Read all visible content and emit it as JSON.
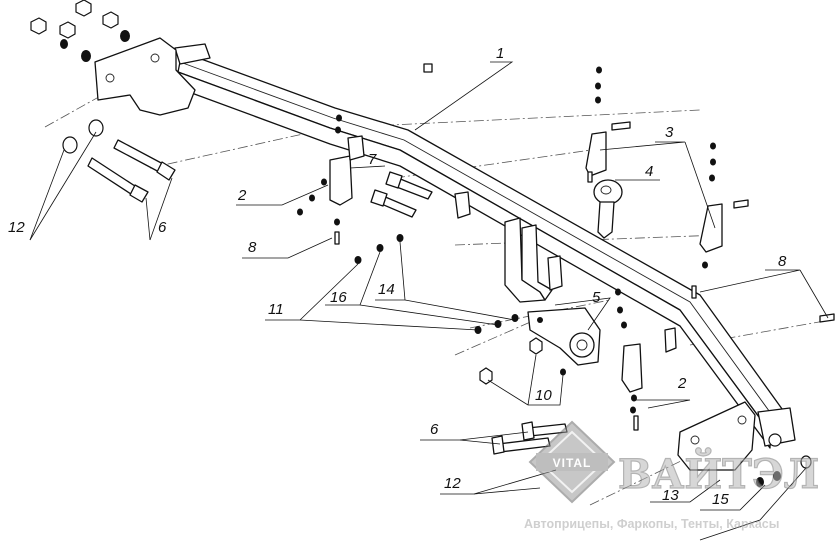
{
  "callouts": {
    "c1": "1",
    "c2a": "2",
    "c2b": "2",
    "c3": "3",
    "c4": "4",
    "c5": "5",
    "c6a": "6",
    "c6b": "6",
    "c7": "7",
    "c8a": "8",
    "c8b": "8",
    "c10": "10",
    "c11": "11",
    "c12a": "12",
    "c12b": "12",
    "c13": "13",
    "c14": "14",
    "c15": "15",
    "c16": "16"
  },
  "watermark": {
    "emblem": "VITAL",
    "brand": "ВАЙТЭЛ",
    "tagline": "Автоприцепы, Фаркопы, Тенты, Каркасы"
  }
}
